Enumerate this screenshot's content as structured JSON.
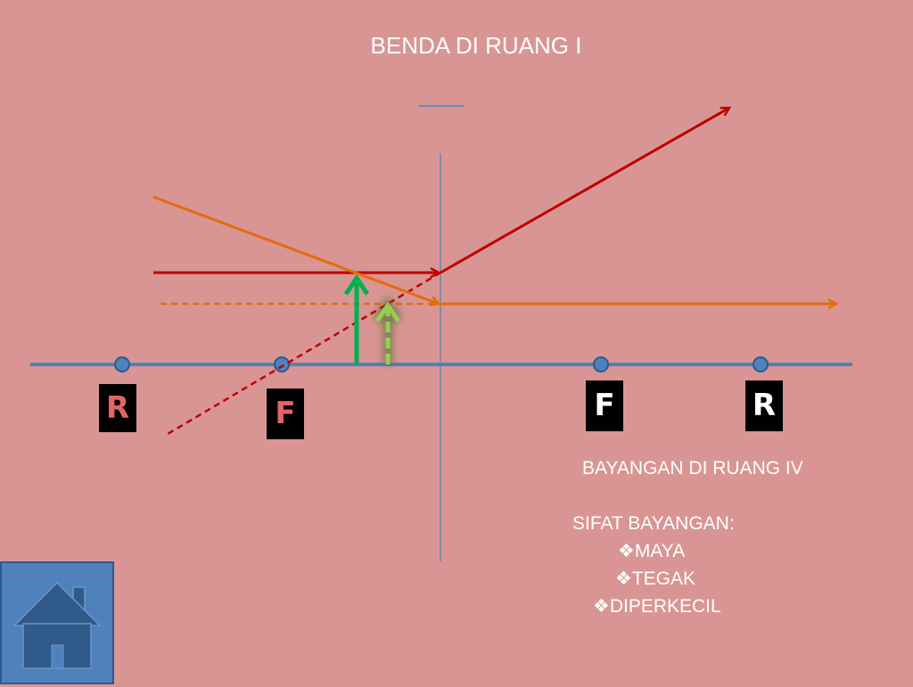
{
  "title": "BENDA DI RUANG I",
  "labels": {
    "r_left": "R",
    "f_left": "F",
    "f_right": "F",
    "r_right": "R"
  },
  "image_location": "BAYANGAN  DI RUANG IV",
  "properties": {
    "heading": "SIFAT BAYANGAN:",
    "bullet": "❖",
    "items": [
      "MAYA",
      "TEGAK",
      "DIPERKECIL"
    ]
  },
  "colors": {
    "background": "#d99594",
    "principal_axis": "#4f81bd",
    "ray_red": "#c00000",
    "ray_orange": "#e46c0a",
    "object_arrow": "#00b050",
    "image_arrow": "#92d050",
    "home_button": "#4f81bd"
  },
  "icons": {
    "home": "home-icon"
  }
}
